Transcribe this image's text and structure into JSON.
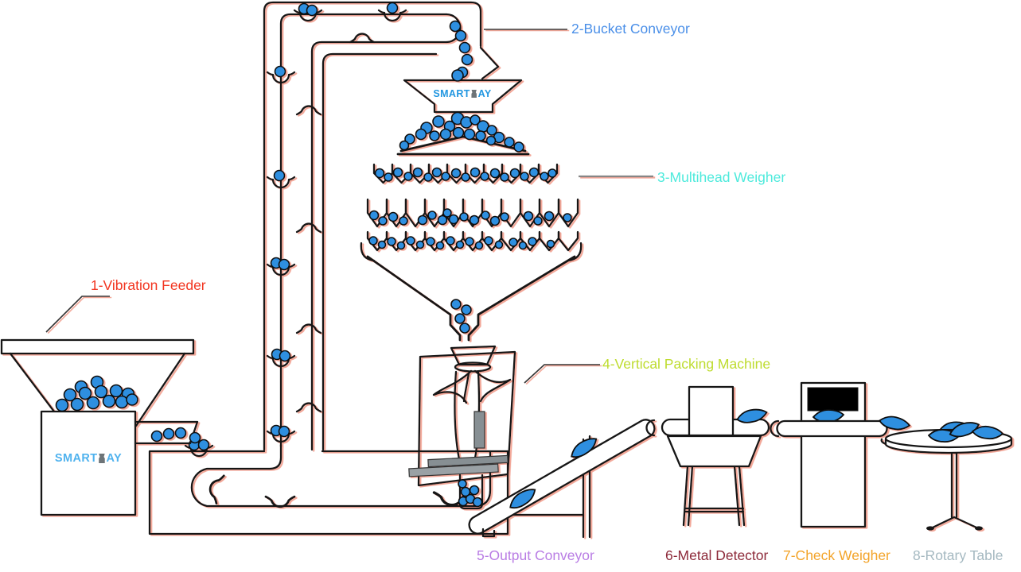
{
  "brand": {
    "prefix": "SMART",
    "suffix": "AY",
    "icon": "weigher-icon"
  },
  "labels": {
    "vibration_feeder": {
      "text": "1-Vibration Feeder",
      "color": "#f2341f"
    },
    "bucket_conveyor": {
      "text": "2-Bucket Conveyor",
      "color": "#4a8fe8"
    },
    "multihead_weigher": {
      "text": "3-Multihead Weigher",
      "color": "#4deadc"
    },
    "vertical_packing_machine": {
      "text": "4-Vertical Packing Machine",
      "color": "#bedc2f"
    },
    "output_conveyor": {
      "text": "5-Output Conveyor",
      "color": "#b97de4"
    },
    "metal_detector": {
      "text": "6-Metal Detector",
      "color": "#8d2a3a"
    },
    "check_weigher": {
      "text": "7-Check Weigher",
      "color": "#f3a42a"
    },
    "rotary_table": {
      "text": "8-Rotary Table",
      "color": "#a5b9c1"
    }
  },
  "colors": {
    "product_piece": "#2f8fe0",
    "outline": "#141414",
    "sketch_accent": "#ee8a77",
    "machine_gray": "#878f93",
    "screen": "#000000",
    "logo_top": "#2196e0",
    "logo_bottom": "#4fb2ee",
    "logo_icon_gray": "#6d7478"
  }
}
